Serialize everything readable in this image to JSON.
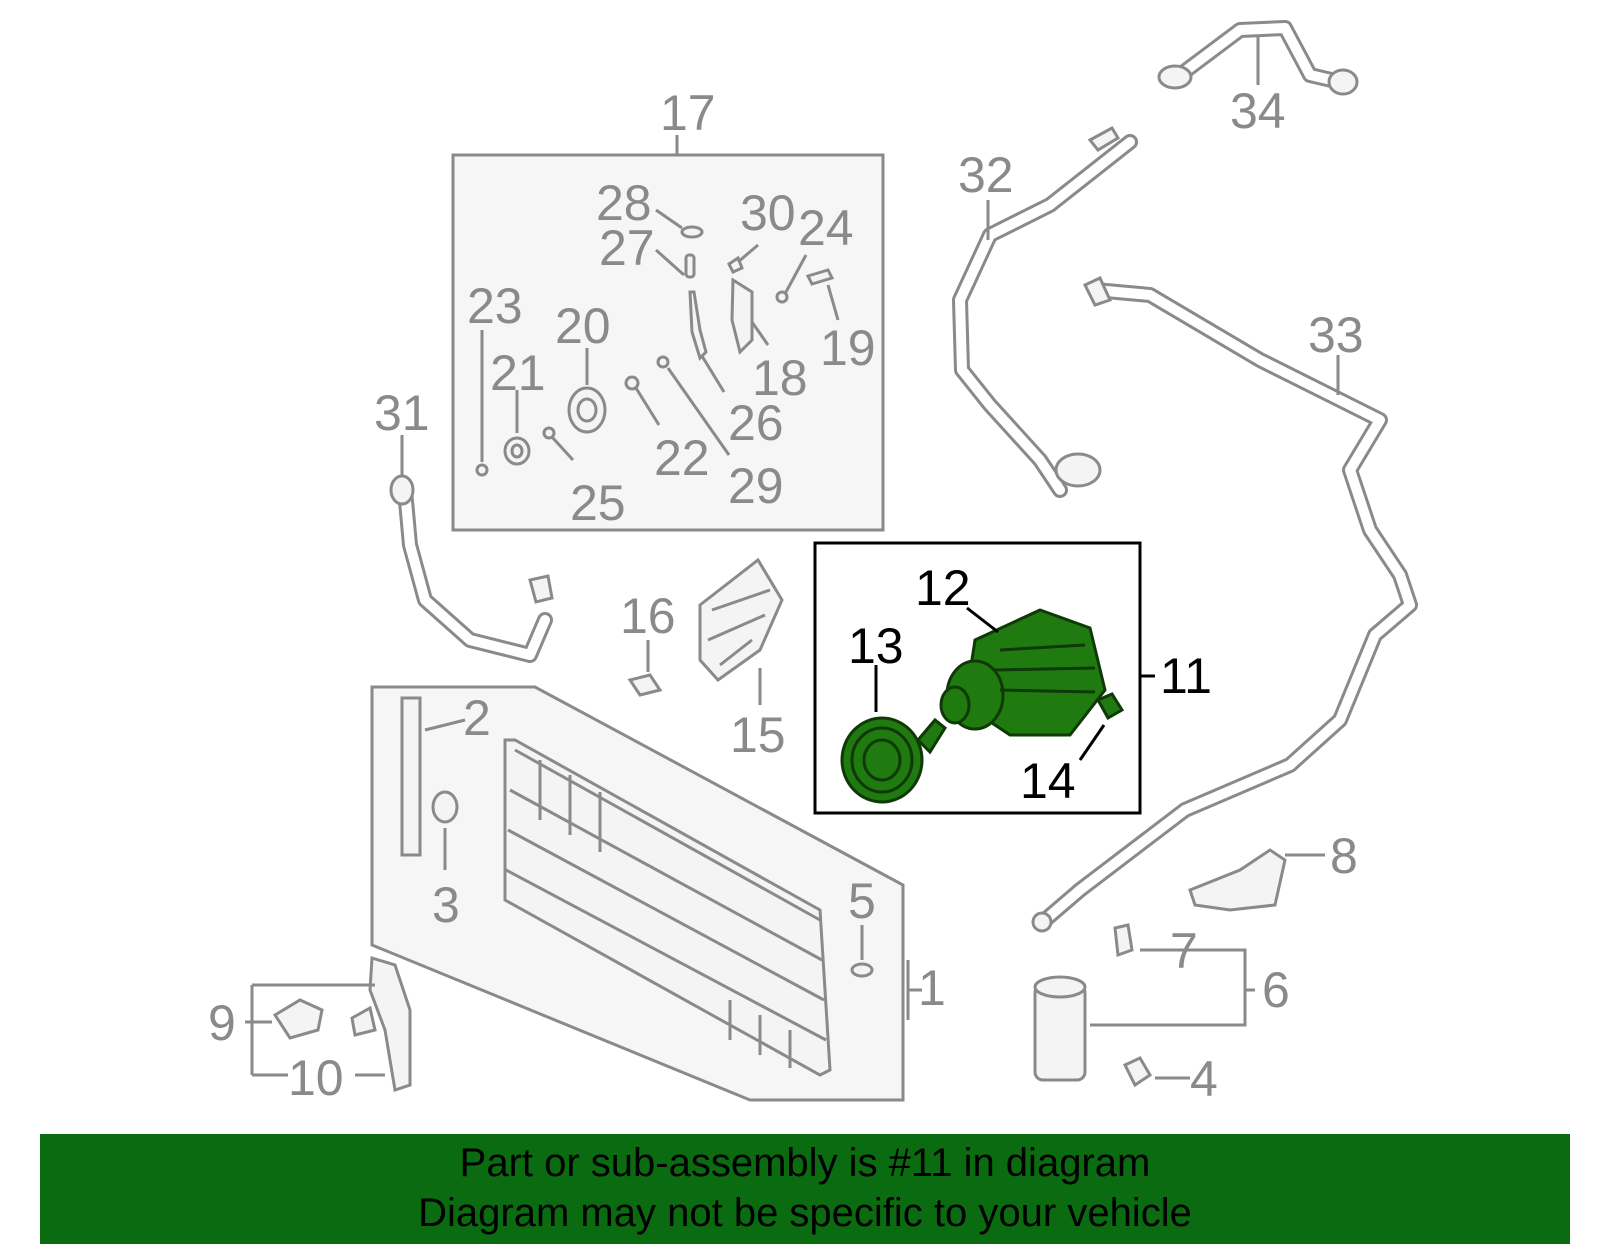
{
  "callouts": {
    "c1": "1",
    "c2": "2",
    "c3": "3",
    "c4": "4",
    "c5": "5",
    "c6": "6",
    "c7": "7",
    "c8": "8",
    "c9": "9",
    "c10": "10",
    "c11": "11",
    "c12": "12",
    "c13": "13",
    "c14": "14",
    "c15": "15",
    "c16": "16",
    "c17": "17",
    "c18": "18",
    "c19": "19",
    "c20": "20",
    "c21": "21",
    "c22": "22",
    "c23": "23",
    "c24": "24",
    "c25": "25",
    "c26": "26",
    "c27": "27",
    "c28": "28",
    "c29": "29",
    "c30": "30",
    "c31": "31",
    "c32": "32",
    "c33": "33",
    "c34": "34"
  },
  "highlight": {
    "color": "#1f7a10",
    "label_color": "#000000",
    "parts": [
      "11",
      "12",
      "13",
      "14"
    ]
  },
  "banner": {
    "line1": "Part or sub-assembly is #11 in diagram",
    "line2": "Diagram may not be specific to your vehicle",
    "color": "#0b6b10"
  }
}
